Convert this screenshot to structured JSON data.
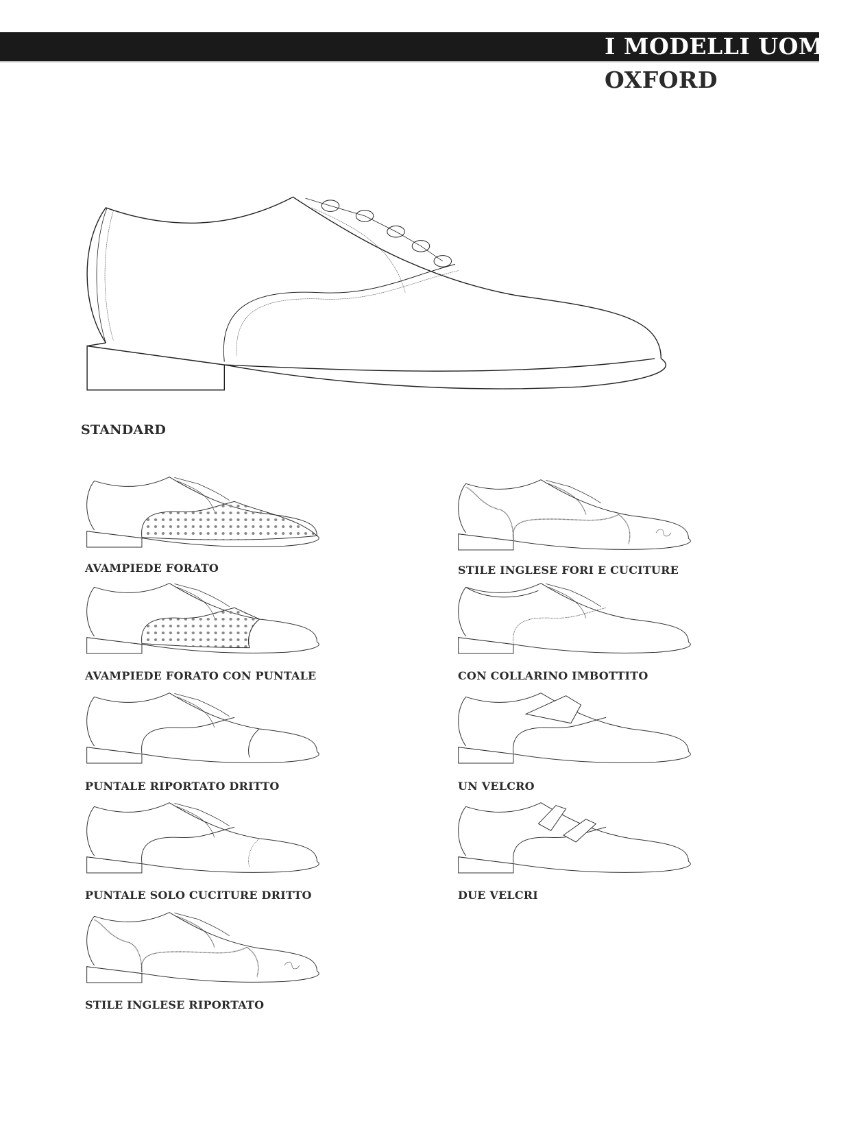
{
  "header": {
    "title": "I MODELLI UOMO",
    "subtitle": "OXFORD"
  },
  "main_model": {
    "label": "STANDARD"
  },
  "variants": [
    {
      "label": "AVAMPIEDE FORATO"
    },
    {
      "label": "AVAMPIEDE FORATO CON PUNTALE"
    },
    {
      "label": "PUNTALE RIPORTATO DRITTO"
    },
    {
      "label": "PUNTALE SOLO CUCITURE DRITTO"
    },
    {
      "label": "STILE INGLESE RIPORTATO"
    },
    {
      "label": "STILE INGLESE FORI E CUCITURE"
    },
    {
      "label": "CON COLLARINO IMBOTTITO"
    },
    {
      "label": "UN VELCRO"
    },
    {
      "label": "DUE VELCRI"
    }
  ]
}
